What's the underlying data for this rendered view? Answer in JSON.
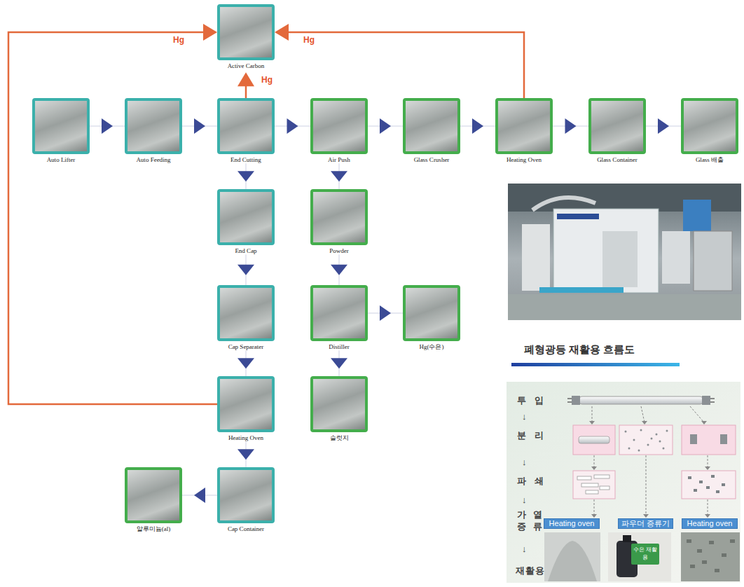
{
  "diagram": {
    "nodes": [
      {
        "text": [
          "Active Carbon"
        ]
      },
      {
        "text": [
          "Auto Lifter"
        ]
      },
      {
        "text": [
          "Auto Feeding"
        ]
      },
      {
        "text": [
          "End Cutting"
        ]
      },
      {
        "text": [
          "Air Push"
        ]
      },
      {
        "text": [
          "Glass Crusher"
        ]
      },
      {
        "text": [
          "Heating Oven"
        ]
      },
      {
        "text": [
          "Glass Container"
        ]
      },
      {
        "text": [
          "Glass 배출"
        ]
      },
      {
        "text": [
          "End Cap"
        ]
      },
      {
        "text": [
          "Powder"
        ]
      },
      {
        "text": [
          "Cap Separater"
        ]
      },
      {
        "text": [
          "Distiller"
        ]
      },
      {
        "text": [
          "Hg(수은)"
        ]
      },
      {
        "text": [
          "Heating Oven"
        ]
      },
      {
        "text": [
          "슬럿지"
        ]
      },
      {
        "text": [
          "알루미늄(al)"
        ]
      },
      {
        "text": [
          "Cap Container"
        ]
      },
      {
        "text": [
          "Heating oven"
        ]
      },
      {
        "text": [
          "파우더 증류기"
        ]
      },
      {
        "text": [
          "Heating oven"
        ]
      }
    ],
    "edges": [
      {
        "from": 1,
        "to": 2,
        "arrow": "to"
      },
      {
        "from": 2,
        "to": 3,
        "arrow": "to"
      },
      {
        "from": 3,
        "to": 4,
        "arrow": "to"
      },
      {
        "from": 4,
        "to": 5,
        "arrow": "to"
      },
      {
        "from": 5,
        "to": 6,
        "arrow": "to"
      },
      {
        "from": 6,
        "to": 7,
        "arrow": "to"
      },
      {
        "from": 7,
        "to": 8,
        "arrow": "to"
      },
      {
        "from": 3,
        "to": 9,
        "arrow": "to"
      },
      {
        "from": 9,
        "to": 11,
        "arrow": "to"
      },
      {
        "from": 11,
        "to": 14,
        "arrow": "to"
      },
      {
        "from": 14,
        "to": 17,
        "arrow": "to"
      },
      {
        "from": 17,
        "to": 16,
        "arrow": "to"
      },
      {
        "from": 4,
        "to": 10,
        "arrow": "to"
      },
      {
        "from": 10,
        "to": 12,
        "arrow": "to"
      },
      {
        "from": 12,
        "to": 13,
        "arrow": "to"
      },
      {
        "from": 12,
        "to": 15,
        "arrow": "to"
      },
      {
        "from": 14,
        "to": 0,
        "label": "Hg",
        "arrow": "to"
      },
      {
        "from": 3,
        "to": 0,
        "label": "Hg",
        "arrow": "to"
      },
      {
        "from": 6,
        "to": 0,
        "label": "Hg",
        "arrow": "to"
      }
    ],
    "labels": [
      "폐형광등 재활용 흐름도",
      "투 입",
      "↓",
      "분 리",
      "↓",
      "파 쇄",
      "↓",
      "가 열 증 류",
      "↓",
      "재활용",
      "수은 재활용"
    ]
  }
}
